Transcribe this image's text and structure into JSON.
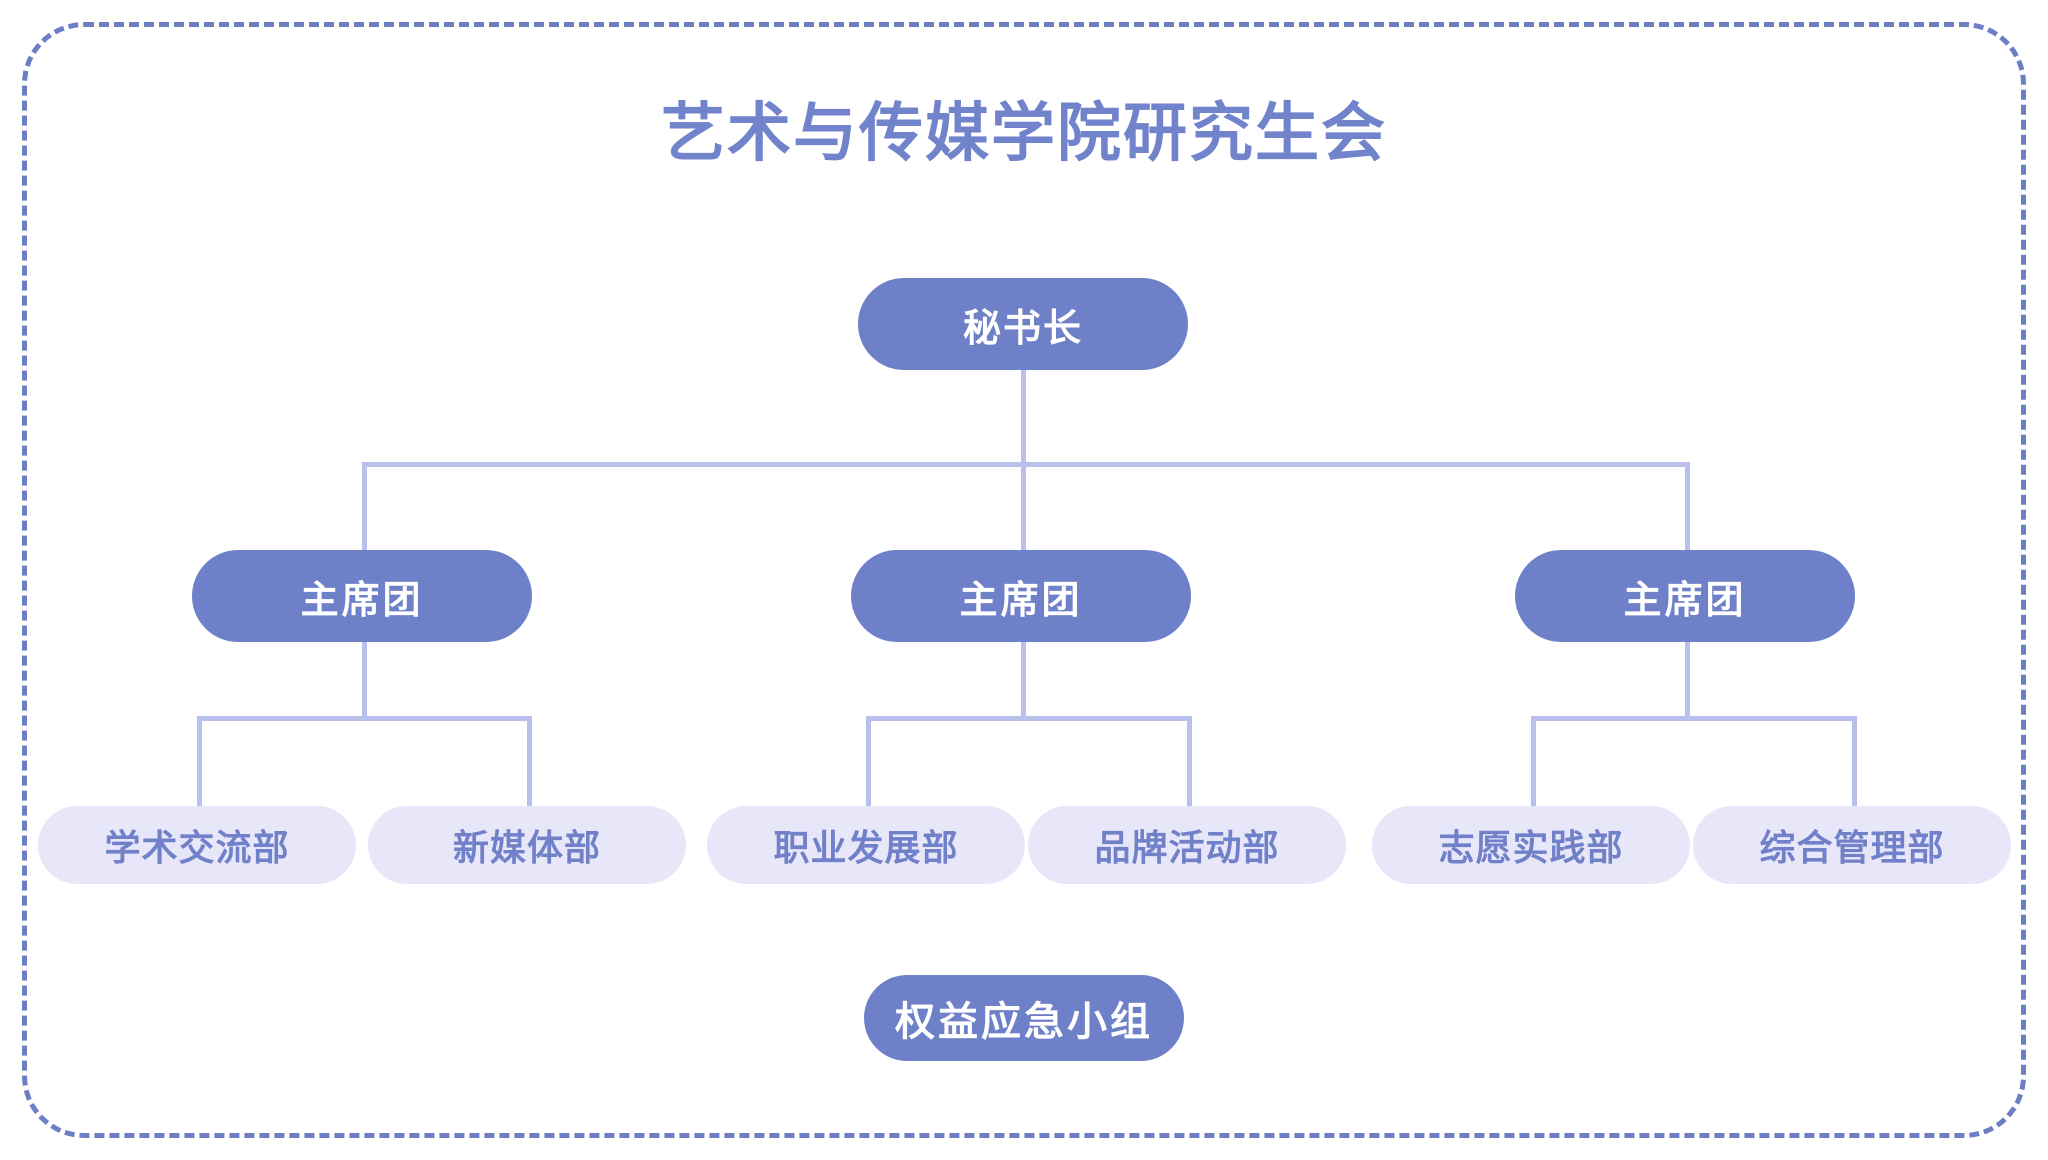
{
  "frame": {
    "border_color": "#6d7fc4",
    "style": "dashed-rounded"
  },
  "header": {
    "title": "艺术与传媒学院研究生会"
  },
  "colors": {
    "title_text": "#7183cb",
    "node_primary_bg": "#6e80c8",
    "node_primary_text": "#ffffff",
    "node_leaf_bg": "#e7e7f9",
    "node_leaf_text": "#7181c9",
    "connector": "#b9c0ee",
    "frame_border": "#6d7fc4"
  },
  "chart_data": {
    "type": "diagram",
    "title": "艺术与传媒学院研究生会",
    "layout": "org-chart",
    "levels": 3,
    "nodes": [
      {
        "id": "root",
        "label": "秘书长",
        "level": 0,
        "style": "primary"
      },
      {
        "id": "mid1",
        "label": "主席团",
        "level": 1,
        "style": "primary"
      },
      {
        "id": "mid2",
        "label": "主席团",
        "level": 1,
        "style": "primary"
      },
      {
        "id": "mid3",
        "label": "主席团",
        "level": 1,
        "style": "primary"
      },
      {
        "id": "leaf1",
        "label": "学术交流部",
        "level": 2,
        "style": "leaf"
      },
      {
        "id": "leaf2",
        "label": "新媒体部",
        "level": 2,
        "style": "leaf"
      },
      {
        "id": "leaf3",
        "label": "职业发展部",
        "level": 2,
        "style": "leaf"
      },
      {
        "id": "leaf4",
        "label": "品牌活动部",
        "level": 2,
        "style": "leaf"
      },
      {
        "id": "leaf5",
        "label": "志愿实践部",
        "level": 2,
        "style": "leaf"
      },
      {
        "id": "leaf6",
        "label": "综合管理部",
        "level": 2,
        "style": "leaf"
      },
      {
        "id": "group",
        "label": "权益应急小组",
        "level": 3,
        "style": "primary"
      }
    ],
    "edges": [
      {
        "from": "root",
        "to": "mid1"
      },
      {
        "from": "root",
        "to": "mid2"
      },
      {
        "from": "root",
        "to": "mid3"
      },
      {
        "from": "mid1",
        "to": "leaf1"
      },
      {
        "from": "mid1",
        "to": "leaf2"
      },
      {
        "from": "mid2",
        "to": "leaf3"
      },
      {
        "from": "mid2",
        "to": "leaf4"
      },
      {
        "from": "mid3",
        "to": "leaf5"
      },
      {
        "from": "mid3",
        "to": "leaf6"
      }
    ]
  },
  "root": {
    "label": "秘书长"
  },
  "mid": {
    "m1": "主席团",
    "m2": "主席团",
    "m3": "主席团"
  },
  "leaves": {
    "l1": "学术交流部",
    "l2": "新媒体部",
    "l3": "职业发展部",
    "l4": "品牌活动部",
    "l5": "志愿实践部",
    "l6": "综合管理部"
  },
  "group": {
    "label": "权益应急小组"
  }
}
